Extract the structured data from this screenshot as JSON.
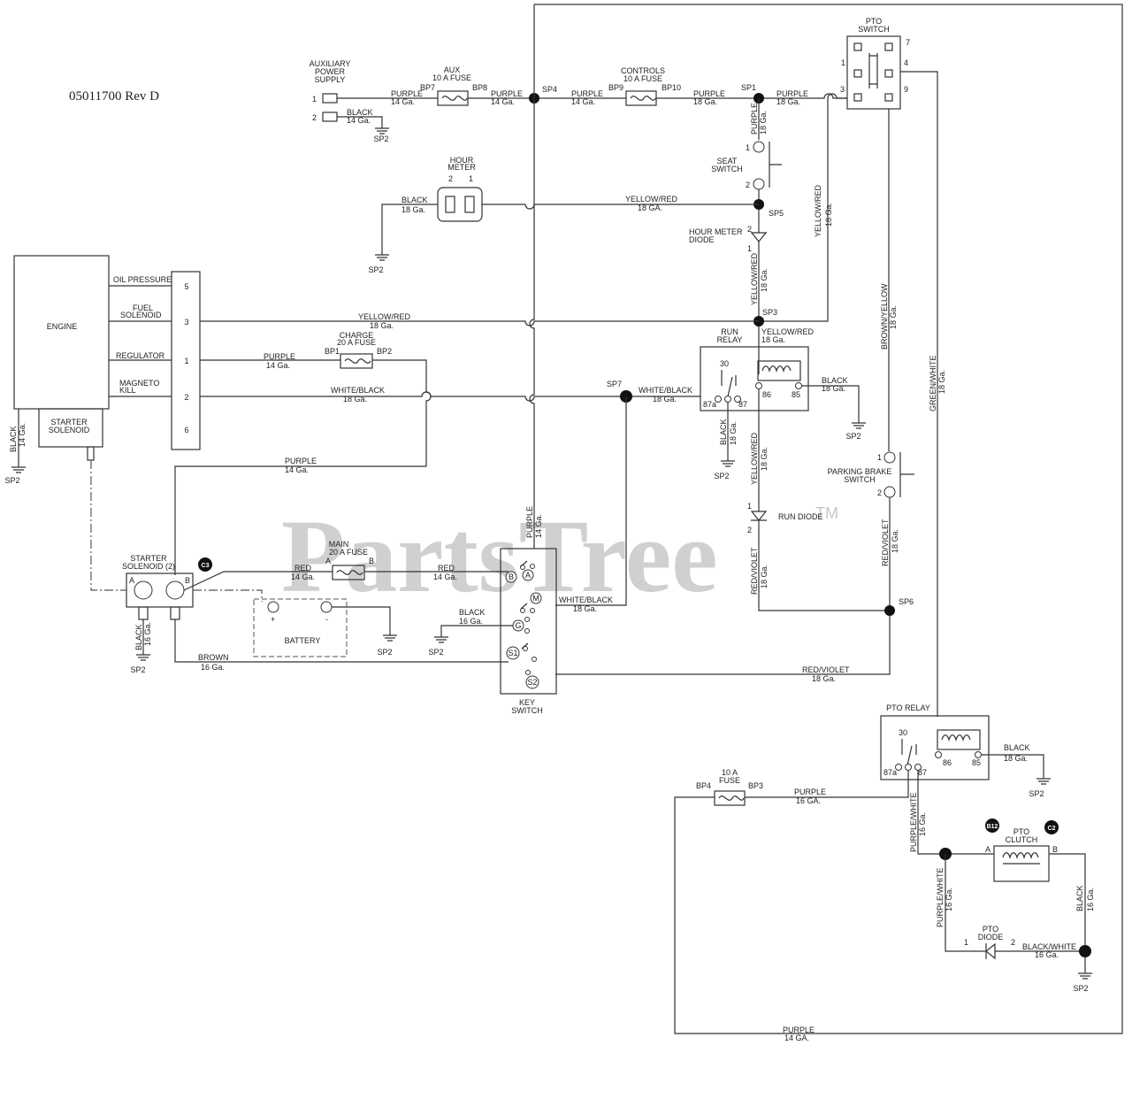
{
  "doc_number": "05011700 Rev D",
  "watermark": "PartsTree",
  "watermark_tm": "TM",
  "components": {
    "aux_power_supply": [
      "AUXILIARY",
      "POWER",
      "SUPPLY"
    ],
    "aux_fuse": [
      "AUX",
      "10 A FUSE"
    ],
    "controls_fuse": [
      "CONTROLS",
      "10 A FUSE"
    ],
    "pto_switch": [
      "PTO",
      "SWITCH"
    ],
    "hour_meter": [
      "HOUR",
      "METER"
    ],
    "seat_switch": [
      "SEAT",
      "SWITCH"
    ],
    "hour_meter_diode": [
      "HOUR METER",
      "DIODE"
    ],
    "engine": "ENGINE",
    "starter_solenoid_engine": [
      "STARTER",
      "SOLENOID"
    ],
    "charge_fuse": [
      "CHARGE",
      "20 A FUSE"
    ],
    "run_relay": [
      "RUN",
      "RELAY"
    ],
    "parking_brake_switch": [
      "PARKING BRAKE",
      "SWITCH"
    ],
    "run_diode": "RUN DIODE",
    "starter_solenoid_2": [
      "STARTER",
      "SOLENOID (2)"
    ],
    "main_fuse": [
      "MAIN",
      "20 A FUSE"
    ],
    "battery": "BATTERY",
    "key_switch": [
      "KEY",
      "SWITCH"
    ],
    "pto_relay": "PTO RELAY",
    "pto_fuse": [
      "10 A",
      "FUSE"
    ],
    "pto_clutch": [
      "PTO",
      "CLUTCH"
    ],
    "pto_diode": [
      "PTO",
      "DIODE"
    ]
  },
  "engine_pins": [
    {
      "label": "OIL PRESSURE",
      "pin": "5"
    },
    {
      "label": "FUEL\nSOLENOID",
      "pin": "3"
    },
    {
      "label": "REGULATOR",
      "pin": "1"
    },
    {
      "label": "MAGNETO\nKILL",
      "pin": "2"
    },
    {
      "label": "",
      "pin": "6"
    }
  ],
  "splices": [
    "SP1",
    "SP2",
    "SP3",
    "SP4",
    "SP5",
    "SP6",
    "SP7"
  ],
  "connectors": [
    "BP1",
    "BP2",
    "BP3",
    "BP4",
    "BP7",
    "BP8",
    "BP9",
    "BP10"
  ],
  "badges": [
    "C3",
    "B12",
    "C2"
  ],
  "wires": {
    "purple_14": [
      "PURPLE",
      "14 Ga."
    ],
    "purple_14_caps": [
      "PURPLE",
      "14 GA."
    ],
    "purple_18": [
      "PURPLE",
      "18 Ga."
    ],
    "purple_16": [
      "PURPLE",
      "16 GA."
    ],
    "black_14": [
      "BLACK",
      "14 Ga."
    ],
    "black_16": [
      "BLACK",
      "16 Ga."
    ],
    "black_18": [
      "BLACK",
      "18 Ga."
    ],
    "yellow_red_18": [
      "YELLOW/RED",
      "18 Ga."
    ],
    "yellow_red_18_caps": [
      "YELLOW/RED",
      "18 GA."
    ],
    "white_black_18": [
      "WHITE/BLACK",
      "18 Ga."
    ],
    "red_14": [
      "RED",
      "14 Ga."
    ],
    "brown_16": [
      "BROWN",
      "16 Ga."
    ],
    "red_violet_18": [
      "RED/VIOLET",
      "18 Ga."
    ],
    "brown_yellow_18": [
      "BROWN/YELLOW",
      "18 Ga."
    ],
    "green_white_18": [
      "GREEN/WHITE",
      "18 Ga."
    ],
    "purple_white_16": [
      "PURPLE/WHITE",
      "16 Ga."
    ],
    "black_white_16": [
      "BLACK/WHITE",
      "16 Ga."
    ]
  },
  "key_switch_pins": [
    "B",
    "A",
    "M",
    "G",
    "S1",
    "S2"
  ],
  "relay_pins": [
    "30",
    "87a",
    "87",
    "86",
    "85"
  ]
}
